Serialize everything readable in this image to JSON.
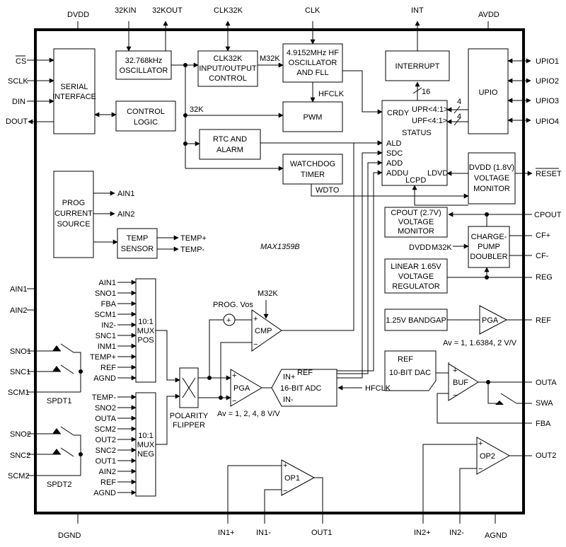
{
  "chip": {
    "part": "MAX1359B"
  },
  "pins": {
    "top": {
      "dvdd": "DVDD",
      "k32in": "32KIN",
      "k32out": "32KOUT",
      "clk32k": "CLK32K",
      "clk": "CLK",
      "int": "INT",
      "avdd": "AVDD"
    },
    "left": {
      "cs": "CS",
      "sclk": "SCLK",
      "din": "DIN",
      "dout": "DOUT",
      "ain1": "AIN1",
      "ain2": "AIN2",
      "sno1": "SNO1",
      "snc1": "SNC1",
      "scm1": "SCM1",
      "sno2": "SNO2",
      "snc2": "SNC2",
      "scm2": "SCM2"
    },
    "right": {
      "upio1": "UPIO1",
      "upio2": "UPIO2",
      "upio3": "UPIO3",
      "upio4": "UPIO4",
      "reset": "RESET",
      "cpout": "CPOUT",
      "cfp": "CF+",
      "cfm": "CF-",
      "reg": "REG",
      "ref": "REF",
      "outa": "OUTA",
      "swa": "SWA",
      "fba": "FBA",
      "out2": "OUT2"
    },
    "bottom": {
      "dgnd": "DGND",
      "in1p": "IN1+",
      "in1m": "IN1-",
      "out1": "OUT1",
      "in2p": "IN2+",
      "in2m": "IN2-",
      "agnd": "AGND"
    }
  },
  "blocks": {
    "serial": [
      "SERIAL",
      "INTERFACE"
    ],
    "osc": [
      "32.768kHz",
      "OSCILLATOR"
    ],
    "clkctl": [
      "CLK32K",
      "INPUT/OUTPUT",
      "CONTROL"
    ],
    "hfosc": [
      "4.9152MHz HF",
      "OSCILLATOR",
      "AND FLL"
    ],
    "interrupt": "INTERRUPT",
    "upio": "UPIO",
    "control": [
      "CONTROL",
      "LOGIC"
    ],
    "pwm": "PWM",
    "rtc": [
      "RTC AND",
      "ALARM"
    ],
    "watchdog": [
      "WATCHDOG",
      "TIMER"
    ],
    "status": {
      "crdy": "CRDY",
      "upr": "UPR<4:1>",
      "upf": "UPF<4:1>",
      "status": "STATUS",
      "ald": "ALD",
      "sdc": "SDC",
      "add": "ADD",
      "addu": "ADDU",
      "lcpd": "LCPD",
      "lddv": "LDVD"
    },
    "vmon1": [
      "DVDD (1.8V)",
      "VOLTAGE",
      "MONITOR"
    ],
    "pcs": [
      "PROG",
      "CURRENT",
      "SOURCE"
    ],
    "temp": [
      "TEMP",
      "SENSOR"
    ],
    "vmon2": [
      "CPOUT (2.7V)",
      "VOLTAGE",
      "MONITOR"
    ],
    "cp": [
      "CHARGE-",
      "PUMP",
      "DOUBLER"
    ],
    "reglin": [
      "LINEAR 1.65V",
      "VOLTAGE",
      "REGULATOR"
    ],
    "bandgap": "1.25V BANDGAP",
    "pga_ref": "PGA",
    "dac": [
      "REF",
      "10-BIT DAC"
    ],
    "buf": "BUF",
    "muxpos": [
      "10:1",
      "MUX",
      "POS"
    ],
    "muxneg": [
      "10:1",
      "MUX",
      "NEG"
    ],
    "flipper": [
      "POLARITY",
      "FLIPPER"
    ],
    "pga": "PGA",
    "adc": [
      "IN+",
      "REF",
      "16-BIT ADC",
      "IN-"
    ],
    "cmp": "CMP",
    "op1": "OP1",
    "op2": "OP2"
  },
  "signals": {
    "m32k_a": "M32K",
    "k32": "32K",
    "hfclk_a": "HFCLK",
    "bus16": "16",
    "n4a": "4",
    "n4b": "4",
    "wdto": "WDTO",
    "pcs_ain1": "AIN1",
    "pcs_ain2": "AIN2",
    "tempp": "TEMP+",
    "tempm": "TEMP-",
    "dvdd_in": "DVDD",
    "m32k_b": "M32K",
    "m32k_c": "M32K",
    "progvos": "PROG. Vos",
    "hfclk_b": "HFCLK",
    "spdt1": "SPDT1",
    "spdt2": "SPDT2"
  },
  "mux_pos_inputs": [
    "AIN1",
    "SNO1",
    "FBA",
    "SCM1",
    "IN2-",
    "SNC1",
    "INM1",
    "TEMP+",
    "REF",
    "AGND"
  ],
  "mux_neg_inputs": [
    "TEMP-",
    "SNO2",
    "OUTA",
    "SCM2",
    "OUT2",
    "SNC2",
    "OUT1",
    "AIN2",
    "REF",
    "AGND"
  ],
  "notes": {
    "pga_gain": "Av = 1, 2, 4, 8 V/V",
    "refpga_gain": "Av = 1, 1.6384, 2 V/V"
  },
  "amp_signs": {
    "plus": "+",
    "minus": "−"
  }
}
